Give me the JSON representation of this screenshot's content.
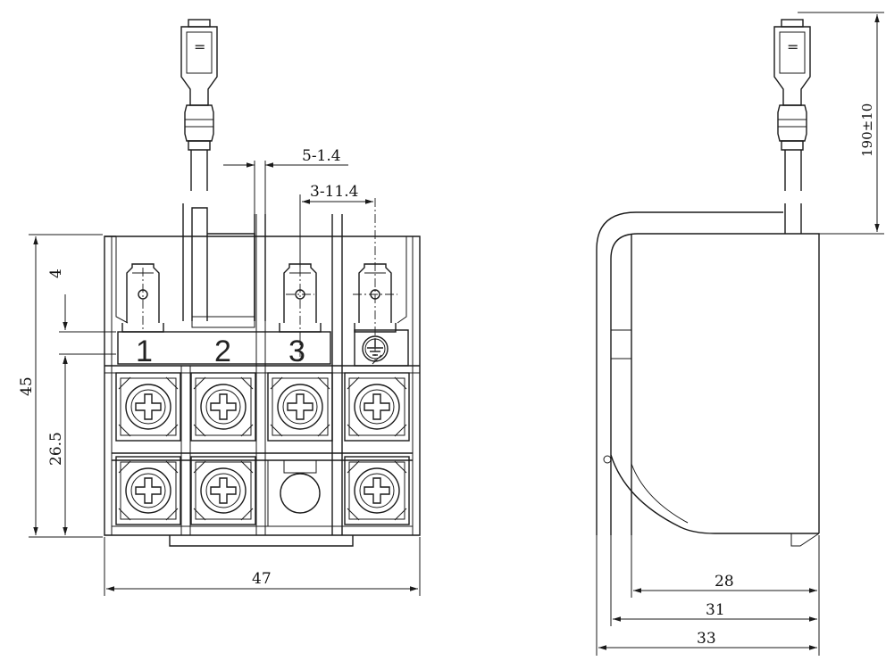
{
  "front_view": {
    "dimensions": {
      "wire_pitch": "5-1.4",
      "hole_dia": "3-11.4",
      "thickness": "4",
      "height_total": "45",
      "height_lower": "26.5",
      "width": "47"
    },
    "terminal_labels": [
      "1",
      "2",
      "3"
    ],
    "ground_symbol": "ground-icon",
    "connector_mark": "="
  },
  "side_view": {
    "dimensions": {
      "lead_length": "190±10",
      "depth_inner": "28",
      "depth_mid": "31",
      "depth_outer": "33"
    },
    "connector_mark": "="
  }
}
